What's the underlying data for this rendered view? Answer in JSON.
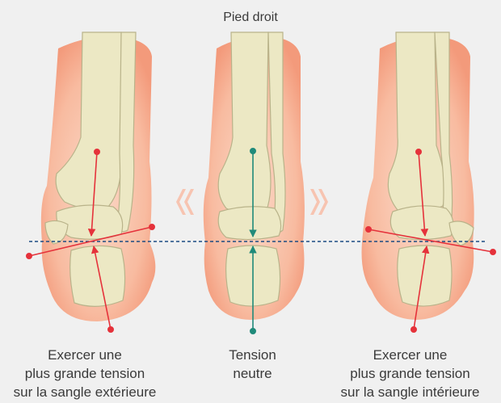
{
  "title": "Pied droit",
  "colors": {
    "background": "#f0f0f0",
    "skin": "#f6a88b",
    "skin_light": "#fbd9c8",
    "bone": "#ece8c4",
    "bone_outline": "#b9b38a",
    "red_axis": "#e5323b",
    "neutral_axis": "#1f8a7a",
    "reference_line": "#1b4b82",
    "motion_arrow": "#f7c4b1"
  },
  "panels": [
    {
      "id": "left",
      "caption": [
        "Exercer une",
        "plus grande tension",
        "sur la sangle extérieure"
      ],
      "axis_color": "red"
    },
    {
      "id": "middle",
      "caption": [
        "Tension",
        "neutre"
      ],
      "axis_color": "teal"
    },
    {
      "id": "right",
      "caption": [
        "Exercer une",
        "plus grande tension",
        "sur la sangle intérieure"
      ],
      "axis_color": "red"
    }
  ]
}
